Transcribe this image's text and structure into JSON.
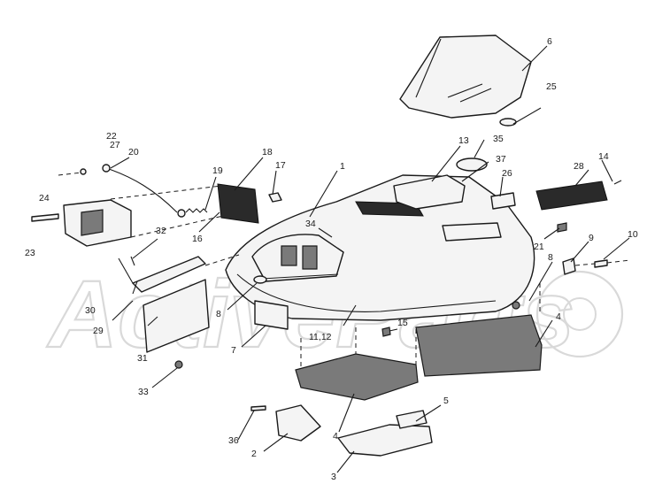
{
  "watermark": {
    "text": "ActiveParts",
    "color": "#d9d9d9"
  },
  "callouts": [
    {
      "id": "c1",
      "label": "1"
    },
    {
      "id": "c2",
      "label": "2"
    },
    {
      "id": "c3",
      "label": "3"
    },
    {
      "id": "c4a",
      "label": "4"
    },
    {
      "id": "c4b",
      "label": "4"
    },
    {
      "id": "c5",
      "label": "5"
    },
    {
      "id": "c6",
      "label": "6"
    },
    {
      "id": "c7",
      "label": "7"
    },
    {
      "id": "c8a",
      "label": "8"
    },
    {
      "id": "c8b",
      "label": "8"
    },
    {
      "id": "c9",
      "label": "9"
    },
    {
      "id": "c10",
      "label": "10"
    },
    {
      "id": "c1112",
      "label": "11,12"
    },
    {
      "id": "c13",
      "label": "13"
    },
    {
      "id": "c14",
      "label": "14"
    },
    {
      "id": "c15",
      "label": "15"
    },
    {
      "id": "c16",
      "label": "16"
    },
    {
      "id": "c17",
      "label": "17"
    },
    {
      "id": "c18",
      "label": "18"
    },
    {
      "id": "c19",
      "label": "19"
    },
    {
      "id": "c20",
      "label": "20"
    },
    {
      "id": "c21",
      "label": "21"
    },
    {
      "id": "c22",
      "label": "22"
    },
    {
      "id": "c23",
      "label": "23"
    },
    {
      "id": "c24",
      "label": "24"
    },
    {
      "id": "c25",
      "label": "25"
    },
    {
      "id": "c26",
      "label": "26"
    },
    {
      "id": "c27",
      "label": "27"
    },
    {
      "id": "c28",
      "label": "28"
    },
    {
      "id": "c29",
      "label": "29"
    },
    {
      "id": "c30",
      "label": "30"
    },
    {
      "id": "c31",
      "label": "31"
    },
    {
      "id": "c32",
      "label": "32"
    },
    {
      "id": "c33",
      "label": "33"
    },
    {
      "id": "c34",
      "label": "34"
    },
    {
      "id": "c35",
      "label": "35"
    },
    {
      "id": "c36",
      "label": "36"
    },
    {
      "id": "c37",
      "label": "37"
    }
  ]
}
